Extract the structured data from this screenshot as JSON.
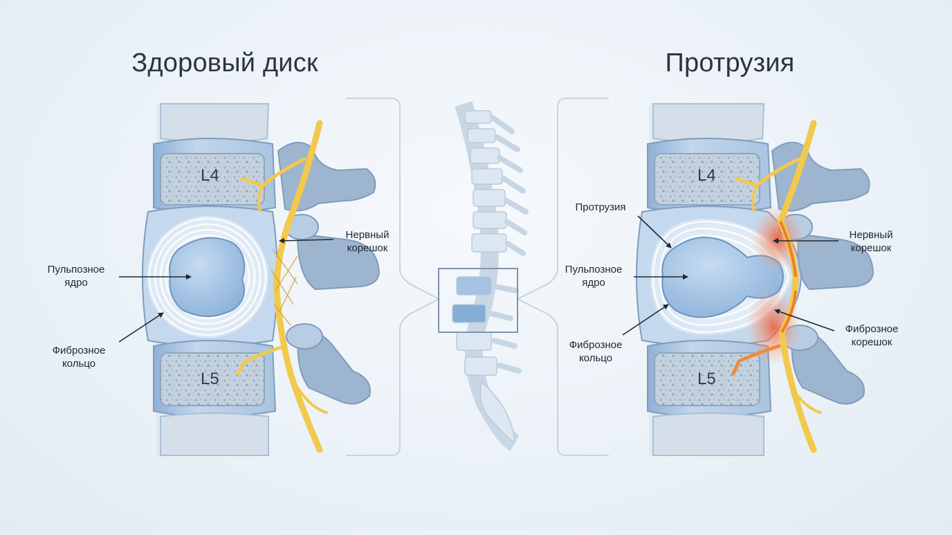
{
  "titles": {
    "healthy": "Здоровый диск",
    "protrusion": "Протрузия"
  },
  "vertebrae": {
    "upper": "L4",
    "lower": "L5"
  },
  "healthy_labels": {
    "nucleus": "Пульпозное\nядро",
    "annulus": "Фиброзное\nкольцо",
    "nerve_root": "Нервный\nкорешок"
  },
  "protrusion_labels": {
    "protrusion": "Протрузия",
    "nucleus": "Пульпозное\nядро",
    "annulus": "Фиброзное\nкольцо",
    "nerve_root": "Нервный\nкорешок",
    "fibrous_root": "Фиброзное\nкорешок"
  },
  "colors": {
    "bone": "#b9cfe6",
    "bone_dark": "#7f9cbc",
    "disc": "#e3eef8",
    "nucleus": "#9fc0e3",
    "nerve": "#f2c94c",
    "inflammation": "#f0582e",
    "text": "#1f2630"
  }
}
